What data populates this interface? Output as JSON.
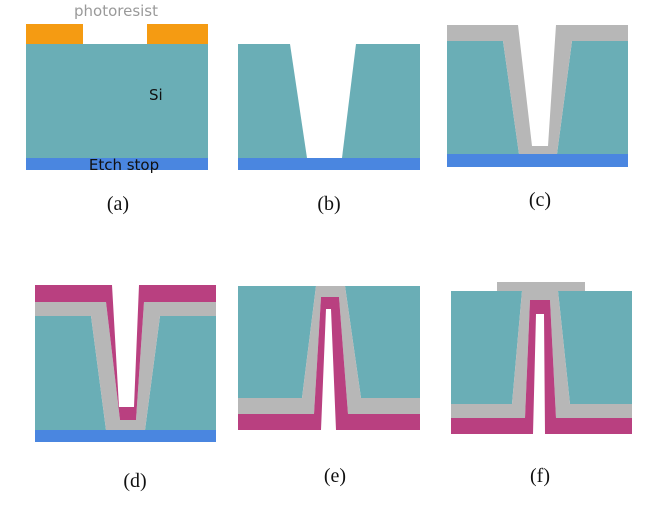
{
  "labels": {
    "photoresist": "photoresist",
    "si": "Si",
    "etch_stop": "Etch stop"
  },
  "captions": [
    "(a)",
    "(b)",
    "(c)",
    "(d)",
    "(e)",
    "(f)"
  ],
  "colors": {
    "silicon": "#6aaeb6",
    "etch_stop": "#4a86e0",
    "photoresist": "#f59b12",
    "oxide_liner": "#b7b7b7",
    "second_liner": "#b94080",
    "photoresist_label": "#9a9a9a",
    "text": "#111111"
  }
}
